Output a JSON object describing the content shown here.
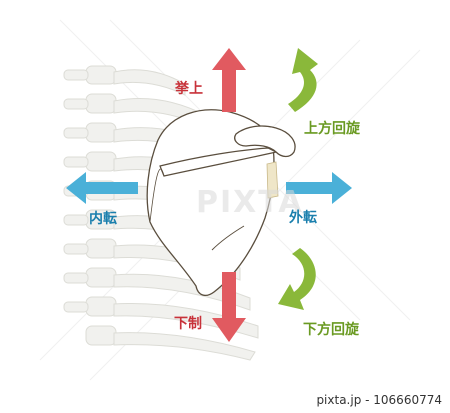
{
  "labels": {
    "elevation": "挙上",
    "upward_rotation": "上方回旋",
    "internal_rotation": "内転",
    "external_rotation": "外転",
    "depression": "下制",
    "downward_rotation": "下方回旋"
  },
  "watermark": "PIXTA",
  "footer": "pixta.jp - 106660774",
  "colors": {
    "red": "#e15a60",
    "red_text": "#c8323a",
    "blue": "#4ab0d8",
    "blue_text": "#1a7fad",
    "green": "#8ab83a",
    "green_text": "#6a9a22",
    "bone_fill": "#ffffff",
    "bone_stroke": "#5a4e3e",
    "rib_fill": "#f1f1ee",
    "rib_stroke": "#dcdcd6",
    "cartilage": "#efe6c8"
  }
}
